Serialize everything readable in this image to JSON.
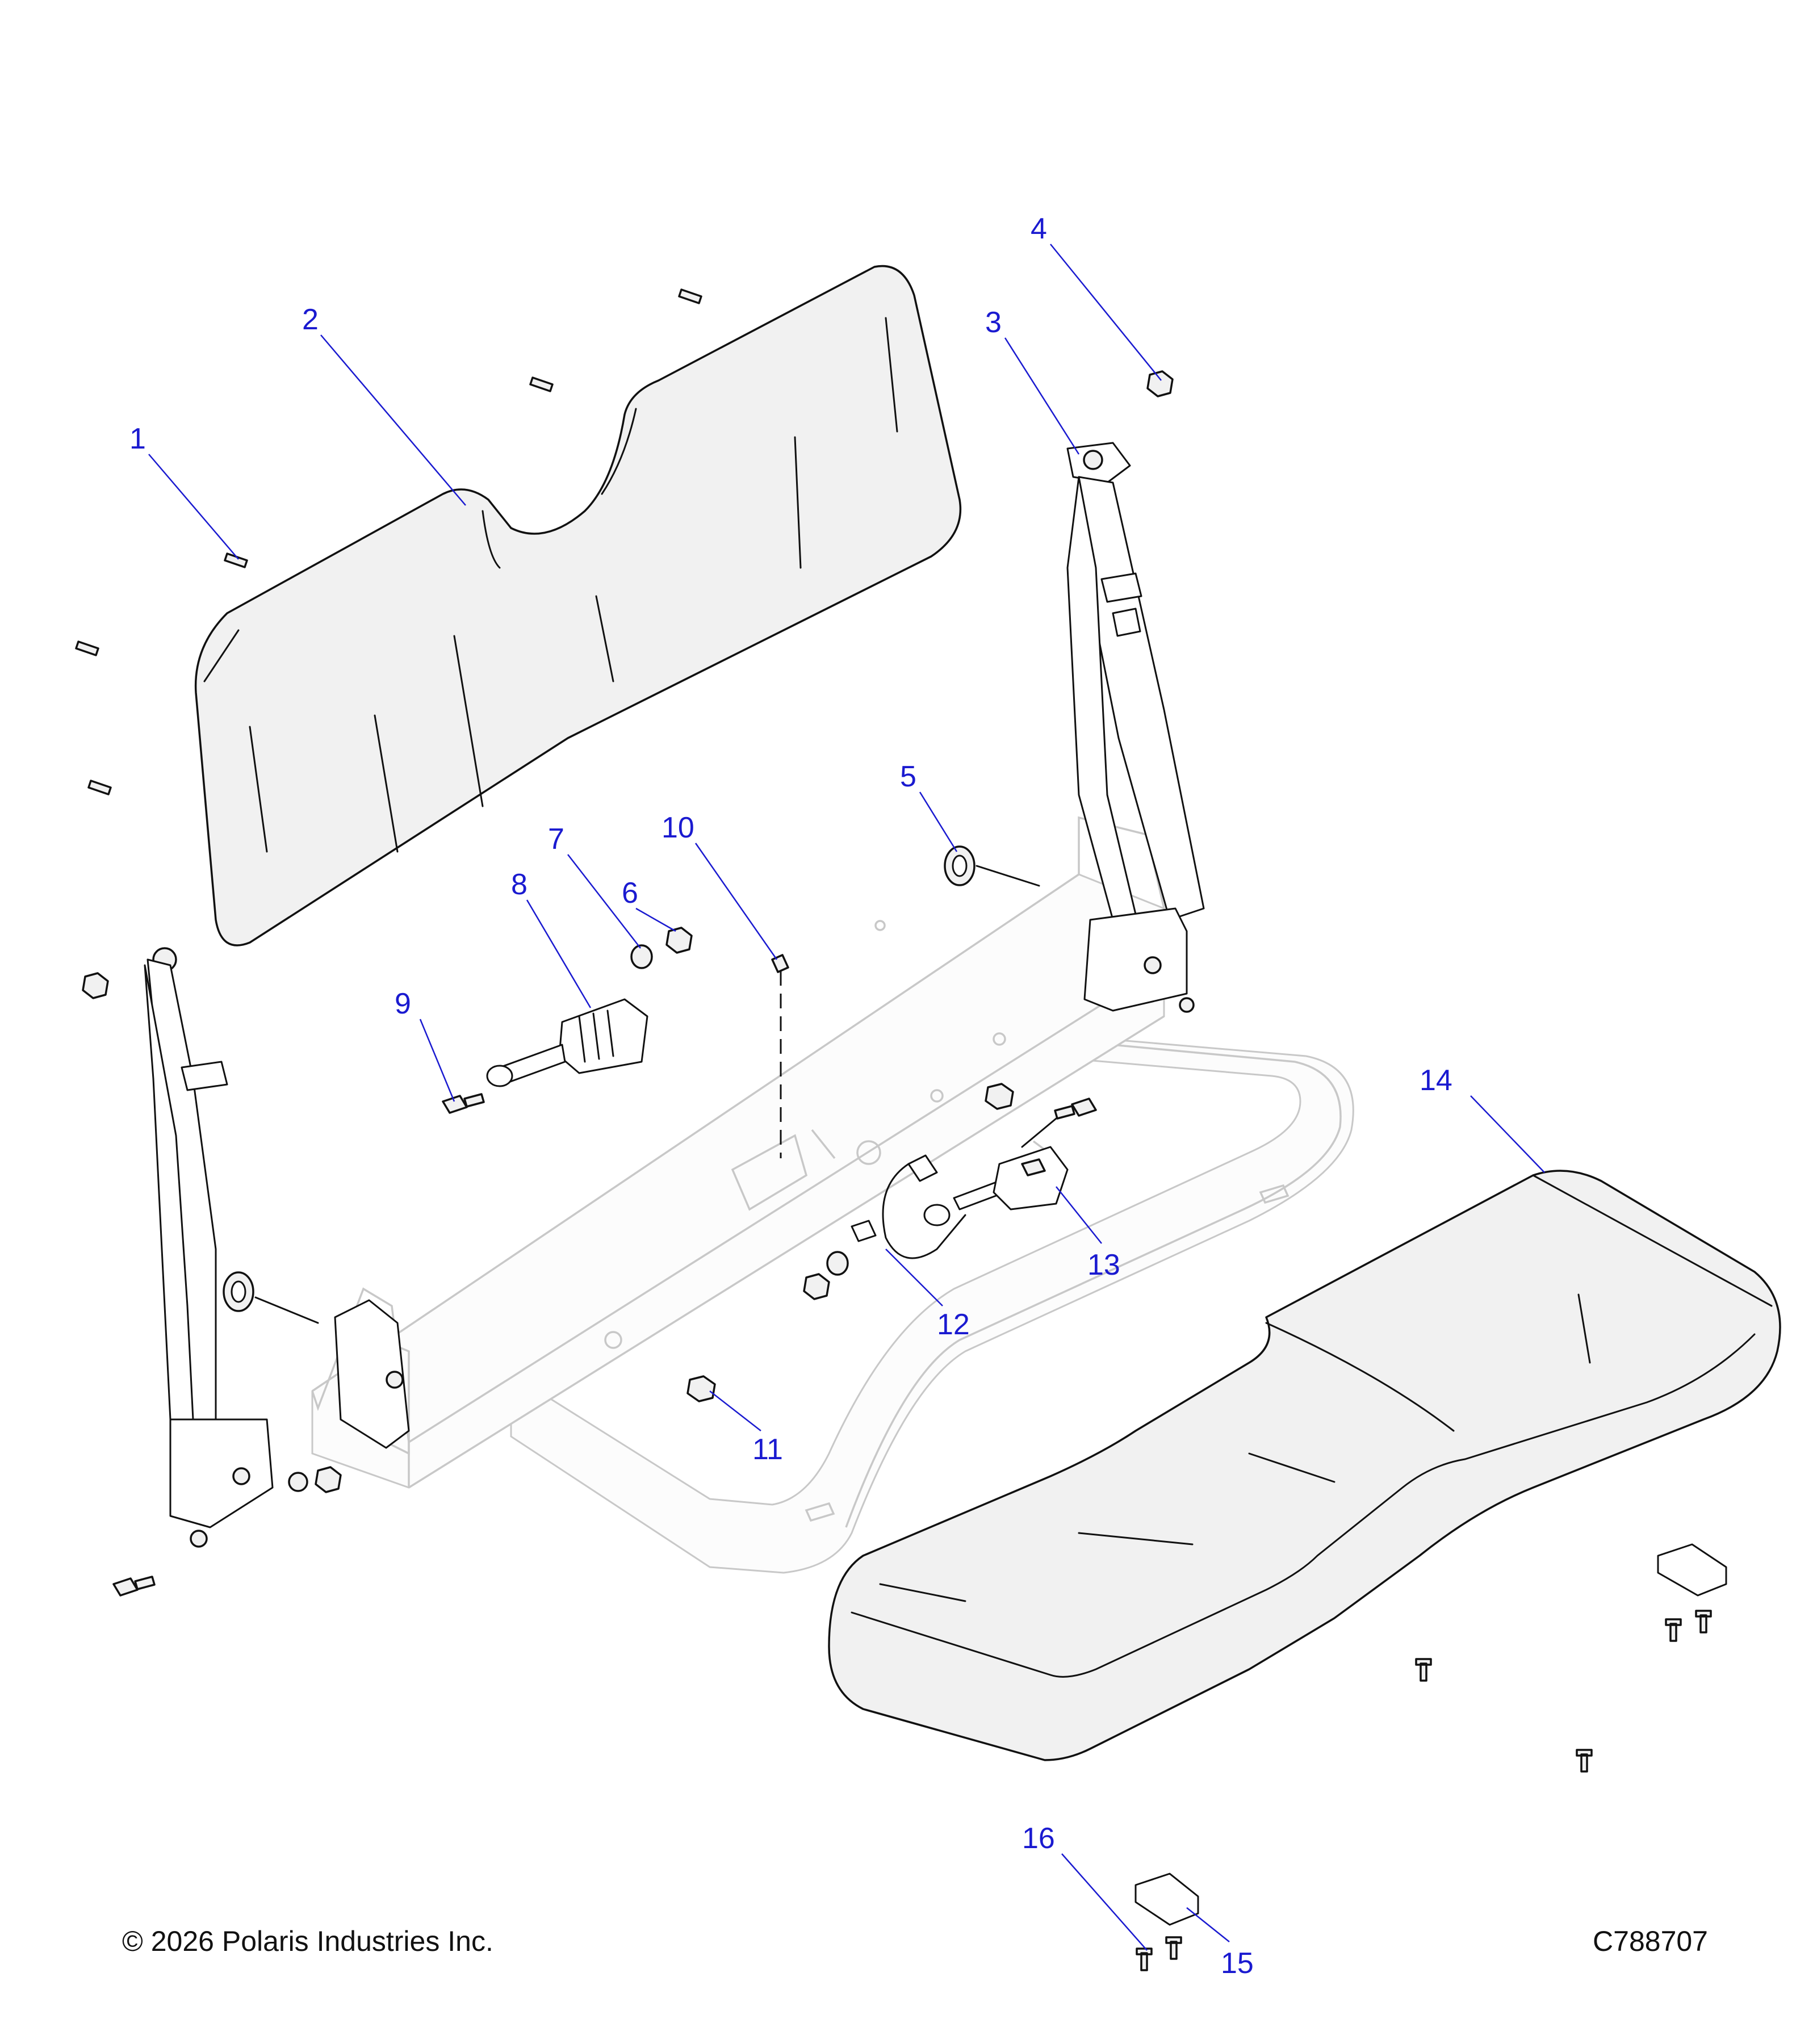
{
  "callouts": [
    {
      "id": "1",
      "label": "1"
    },
    {
      "id": "2",
      "label": "2"
    },
    {
      "id": "3",
      "label": "3"
    },
    {
      "id": "4",
      "label": "4"
    },
    {
      "id": "5",
      "label": "5"
    },
    {
      "id": "6",
      "label": "6"
    },
    {
      "id": "7",
      "label": "7"
    },
    {
      "id": "8",
      "label": "8"
    },
    {
      "id": "9",
      "label": "9"
    },
    {
      "id": "10",
      "label": "10"
    },
    {
      "id": "11",
      "label": "11"
    },
    {
      "id": "12",
      "label": "12"
    },
    {
      "id": "13",
      "label": "13"
    },
    {
      "id": "14",
      "label": "14"
    },
    {
      "id": "15",
      "label": "15"
    },
    {
      "id": "16",
      "label": "16"
    }
  ],
  "footer": {
    "copyright": "© 2026 Polaris Industries Inc.",
    "diagram_id": "C788707"
  },
  "colors": {
    "callout": "#1a1ad0",
    "line": "#111111",
    "frame": "#c8c8c8"
  }
}
